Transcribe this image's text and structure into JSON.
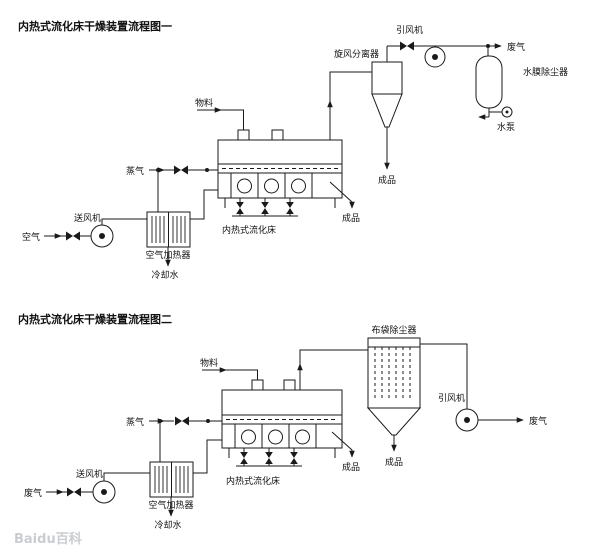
{
  "watermark": "Baidu百科",
  "colors": {
    "line": "#1a1a1a",
    "background": "#ffffff",
    "watermark": "#c9cdd1"
  },
  "diagram1": {
    "title": "内热式流化床干燥装置流程图一",
    "labels": {
      "air": "空气",
      "blower": "送风机",
      "steam": "蒸气",
      "material": "物料",
      "air_heater": "空气加热器",
      "cooling_water": "冷却水",
      "bed": "内热式流化床",
      "product_bed": "成品",
      "cyclone": "旋风分离器",
      "product_cyclone": "成品",
      "induced_fan": "引风机",
      "waste_gas": "废气",
      "water_film_dust_collector": "水膜除尘器",
      "water_pump": "水泵"
    }
  },
  "diagram2": {
    "title": "内热式流化床干燥装置流程图二",
    "labels": {
      "waste_gas_in": "废气",
      "blower": "送风机",
      "steam": "蒸气",
      "material": "物料",
      "air_heater": "空气加热器",
      "cooling_water": "冷却水",
      "bed": "内热式流化床",
      "product_bed": "成品",
      "bag_dust_collector": "布袋除尘器",
      "product_filter": "成品",
      "induced_fan": "引风机",
      "waste_gas_out": "废气"
    }
  }
}
